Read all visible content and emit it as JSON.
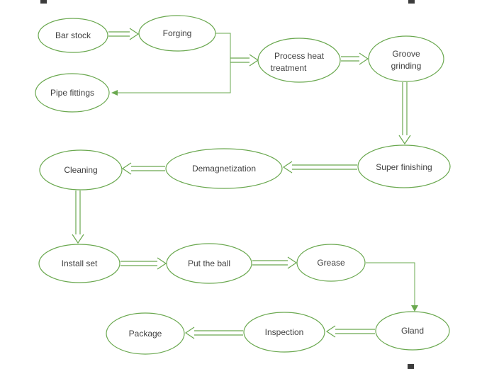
{
  "colors": {
    "accent": "#6aa84f",
    "text": "#3f3f3f",
    "background": "#ffffff"
  },
  "nodes": [
    {
      "id": "bar-stock",
      "label": "Bar stock",
      "lines": [
        "Bar stock"
      ]
    },
    {
      "id": "forging",
      "label": "Forging",
      "lines": [
        "Forging"
      ]
    },
    {
      "id": "process-heat-treatment",
      "label": "Process heat treatment",
      "lines": [
        "Process  heat",
        "treatment"
      ]
    },
    {
      "id": "groove-grinding",
      "label": "Groove grinding",
      "lines": [
        "Groove",
        "grinding"
      ]
    },
    {
      "id": "pipe-fittings",
      "label": "Pipe fittings",
      "lines": [
        "Pipe fittings"
      ]
    },
    {
      "id": "super-finishing",
      "label": "Super finishing",
      "lines": [
        "Super finishing"
      ]
    },
    {
      "id": "demagnetization",
      "label": "Demagnetization",
      "lines": [
        "Demagnetization"
      ]
    },
    {
      "id": "cleaning",
      "label": "Cleaning",
      "lines": [
        "Cleaning"
      ]
    },
    {
      "id": "install-set",
      "label": "Install set",
      "lines": [
        "Install set"
      ]
    },
    {
      "id": "put-the-ball",
      "label": "Put the ball",
      "lines": [
        "Put the ball"
      ]
    },
    {
      "id": "grease",
      "label": "Grease",
      "lines": [
        "Grease"
      ]
    },
    {
      "id": "gland",
      "label": "Gland",
      "lines": [
        "Gland"
      ]
    },
    {
      "id": "inspection",
      "label": "Inspection",
      "lines": [
        "Inspection"
      ]
    },
    {
      "id": "package",
      "label": "Package",
      "lines": [
        "Package"
      ]
    }
  ],
  "edges": [
    {
      "from": "bar-stock",
      "to": "forging",
      "style": "hollow-arrow"
    },
    {
      "from": "forging",
      "to": "process-heat-treatment",
      "style": "hollow-arrow-elbow"
    },
    {
      "from": "forging",
      "to": "pipe-fittings",
      "style": "thin-arrow-elbow"
    },
    {
      "from": "process-heat-treatment",
      "to": "groove-grinding",
      "style": "hollow-arrow"
    },
    {
      "from": "groove-grinding",
      "to": "super-finishing",
      "style": "hollow-arrow"
    },
    {
      "from": "super-finishing",
      "to": "demagnetization",
      "style": "hollow-arrow"
    },
    {
      "from": "demagnetization",
      "to": "cleaning",
      "style": "hollow-arrow"
    },
    {
      "from": "cleaning",
      "to": "install-set",
      "style": "hollow-arrow"
    },
    {
      "from": "install-set",
      "to": "put-the-ball",
      "style": "hollow-arrow"
    },
    {
      "from": "put-the-ball",
      "to": "grease",
      "style": "hollow-arrow"
    },
    {
      "from": "grease",
      "to": "gland",
      "style": "thin-arrow-elbow"
    },
    {
      "from": "gland",
      "to": "inspection",
      "style": "hollow-arrow"
    },
    {
      "from": "inspection",
      "to": "package",
      "style": "hollow-arrow"
    }
  ]
}
